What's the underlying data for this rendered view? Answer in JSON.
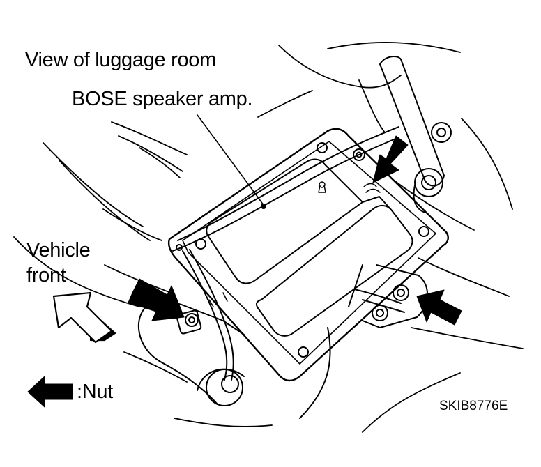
{
  "labels": {
    "view": "View of luggage room",
    "component": "BOSE speaker amp.",
    "vehicle_front_line1": "Vehicle",
    "vehicle_front_line2": "front",
    "nut_legend": ":Nut",
    "figure_code": "SKIB8776E"
  },
  "colors": {
    "ink": "#000000",
    "paper": "#ffffff"
  }
}
